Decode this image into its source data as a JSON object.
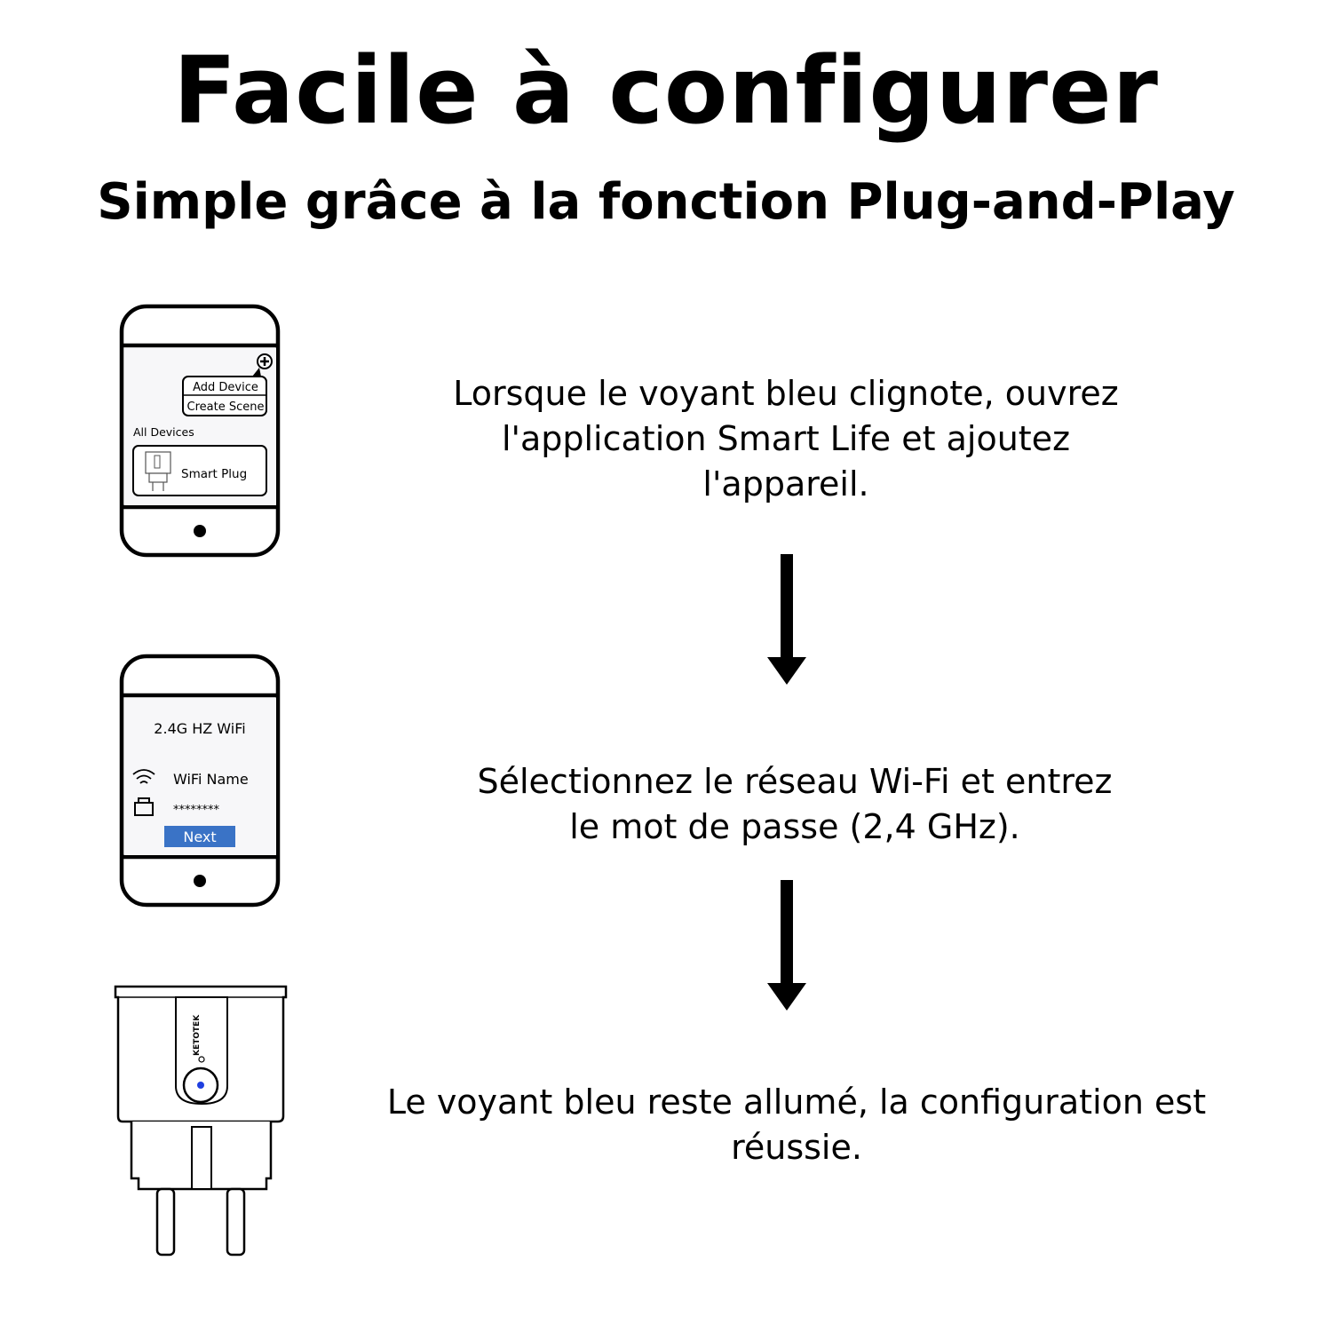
{
  "header": {
    "title": "Facile à configurer",
    "subtitle": "Simple grâce à la fonction Plug-and-Play"
  },
  "phone1": {
    "add_device": "Add Device",
    "create_scene": "Create Scene",
    "all_devices": "All Devices",
    "device_name": "Smart Plug"
  },
  "phone2": {
    "network_title": "2.4G HZ WiFi",
    "wifi_name": "WiFi Name",
    "password": "********",
    "next_button": "Next"
  },
  "plug": {
    "brand": "KETOTEK"
  },
  "steps": [
    {
      "line1": "Lorsque le voyant bleu clignote, ouvrez",
      "line2": "l'application Smart Life et ajoutez l'appareil."
    },
    {
      "line1": "Sélectionnez le réseau Wi-Fi et entrez",
      "line2": "le mot de passe (2,4 GHz)."
    },
    {
      "line1": "Le voyant bleu reste allumé, la configuration est réussie.",
      "line2": ""
    }
  ],
  "colors": {
    "led_blue": "#1f3fe0",
    "next_button": "#3a73c6"
  }
}
